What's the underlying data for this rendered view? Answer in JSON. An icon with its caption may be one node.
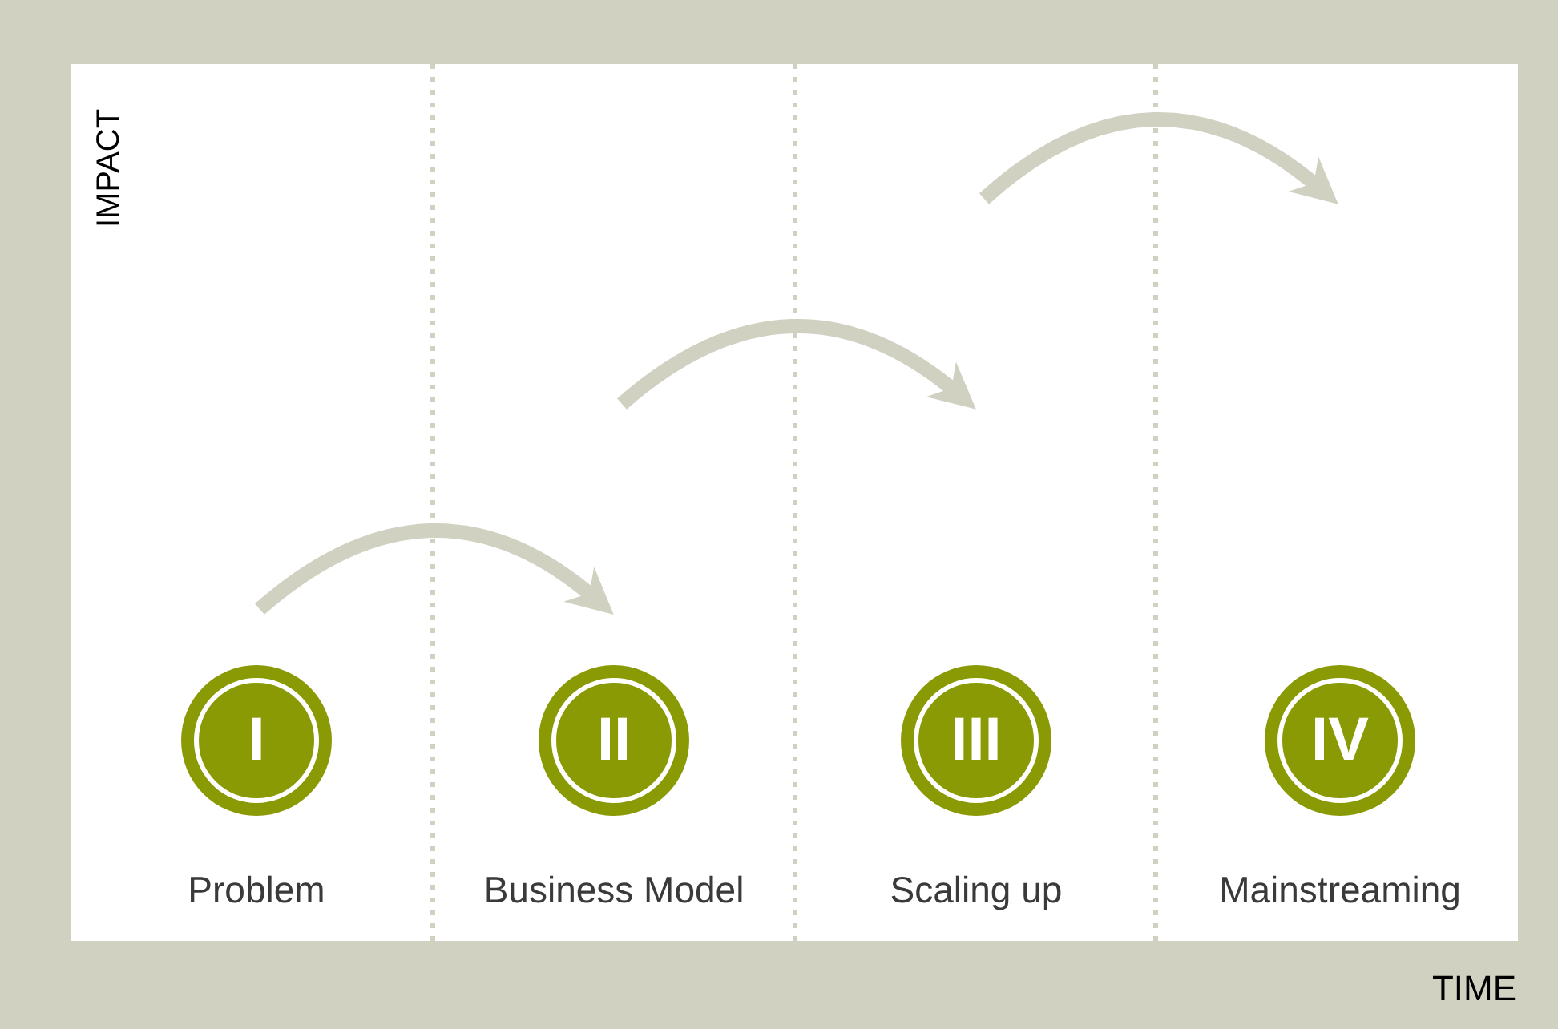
{
  "diagram": {
    "nodes": [
      {
        "text": [
          "I"
        ],
        "beside": [
          "Problem"
        ]
      },
      {
        "text": [
          "II"
        ],
        "beside": [
          "Business Model"
        ]
      },
      {
        "text": [
          "III"
        ],
        "beside": [
          "Scaling up"
        ]
      },
      {
        "text": [
          "IV"
        ],
        "beside": [
          "Mainstreaming"
        ]
      }
    ],
    "labels": [
      "IMPACT",
      "TIME"
    ]
  }
}
